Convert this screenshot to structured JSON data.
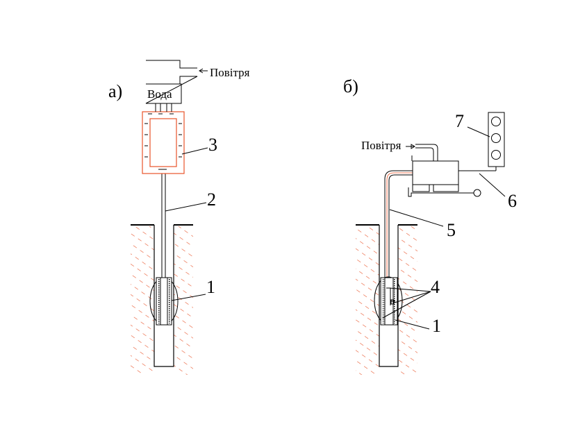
{
  "labels": {
    "panel_a": "а)",
    "panel_b": "б)",
    "air_a": "Повітря",
    "water": "Вода",
    "air_b": "Повітря",
    "n1_a": "1",
    "n2": "2",
    "n3": "3",
    "n4": "4",
    "n1_b": "1",
    "n5": "5",
    "n6": "6",
    "n7": "7"
  },
  "colors": {
    "line": "#000000",
    "accent": "#e8542a",
    "background": "#ffffff"
  }
}
